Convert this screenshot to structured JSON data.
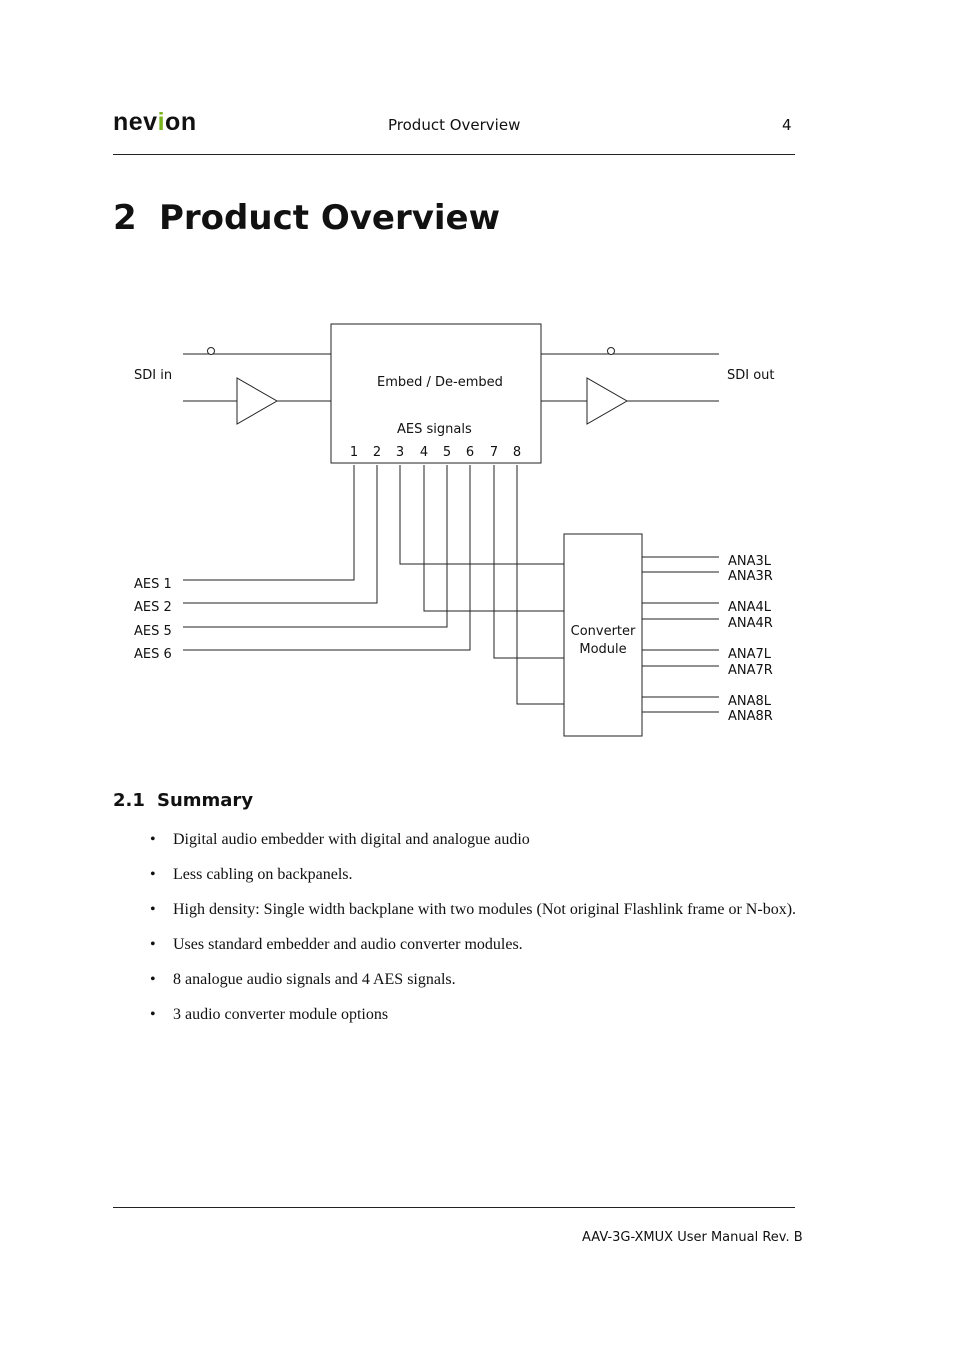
{
  "header": {
    "logo_text": "nevion",
    "title": "Product Overview",
    "page_number": "4"
  },
  "chapter": {
    "number": "2",
    "title": "Product Overview"
  },
  "diagram": {
    "sdi_in": "SDI in",
    "sdi_out": "SDI out",
    "embed_label": "Embed / De-embed",
    "aes_signals_label": "AES signals",
    "port_numbers": [
      "1",
      "2",
      "3",
      "4",
      "5",
      "6",
      "7",
      "8"
    ],
    "aes_outputs": [
      "AES 1",
      "AES 2",
      "AES 5",
      "AES 6"
    ],
    "converter_label_line1": "Converter",
    "converter_label_line2": "Module",
    "analog_outputs": [
      "ANA3L",
      "ANA3R",
      "ANA4L",
      "ANA4R",
      "ANA7L",
      "ANA7R",
      "ANA8L",
      "ANA8R"
    ]
  },
  "section": {
    "number": "2.1",
    "title": "Summary",
    "bullets": [
      "Digital audio embedder with digital and analogue audio",
      "Less cabling on backpanels.",
      "High density: Single width backplane with two modules (Not original Flashlink frame or N-box).",
      "Uses standard embedder and audio converter modules.",
      "8 analogue audio signals and 4 AES signals.",
      "3 audio converter module options"
    ]
  },
  "footer": {
    "text": "AAV-3G-XMUX User Manual Rev. B"
  }
}
